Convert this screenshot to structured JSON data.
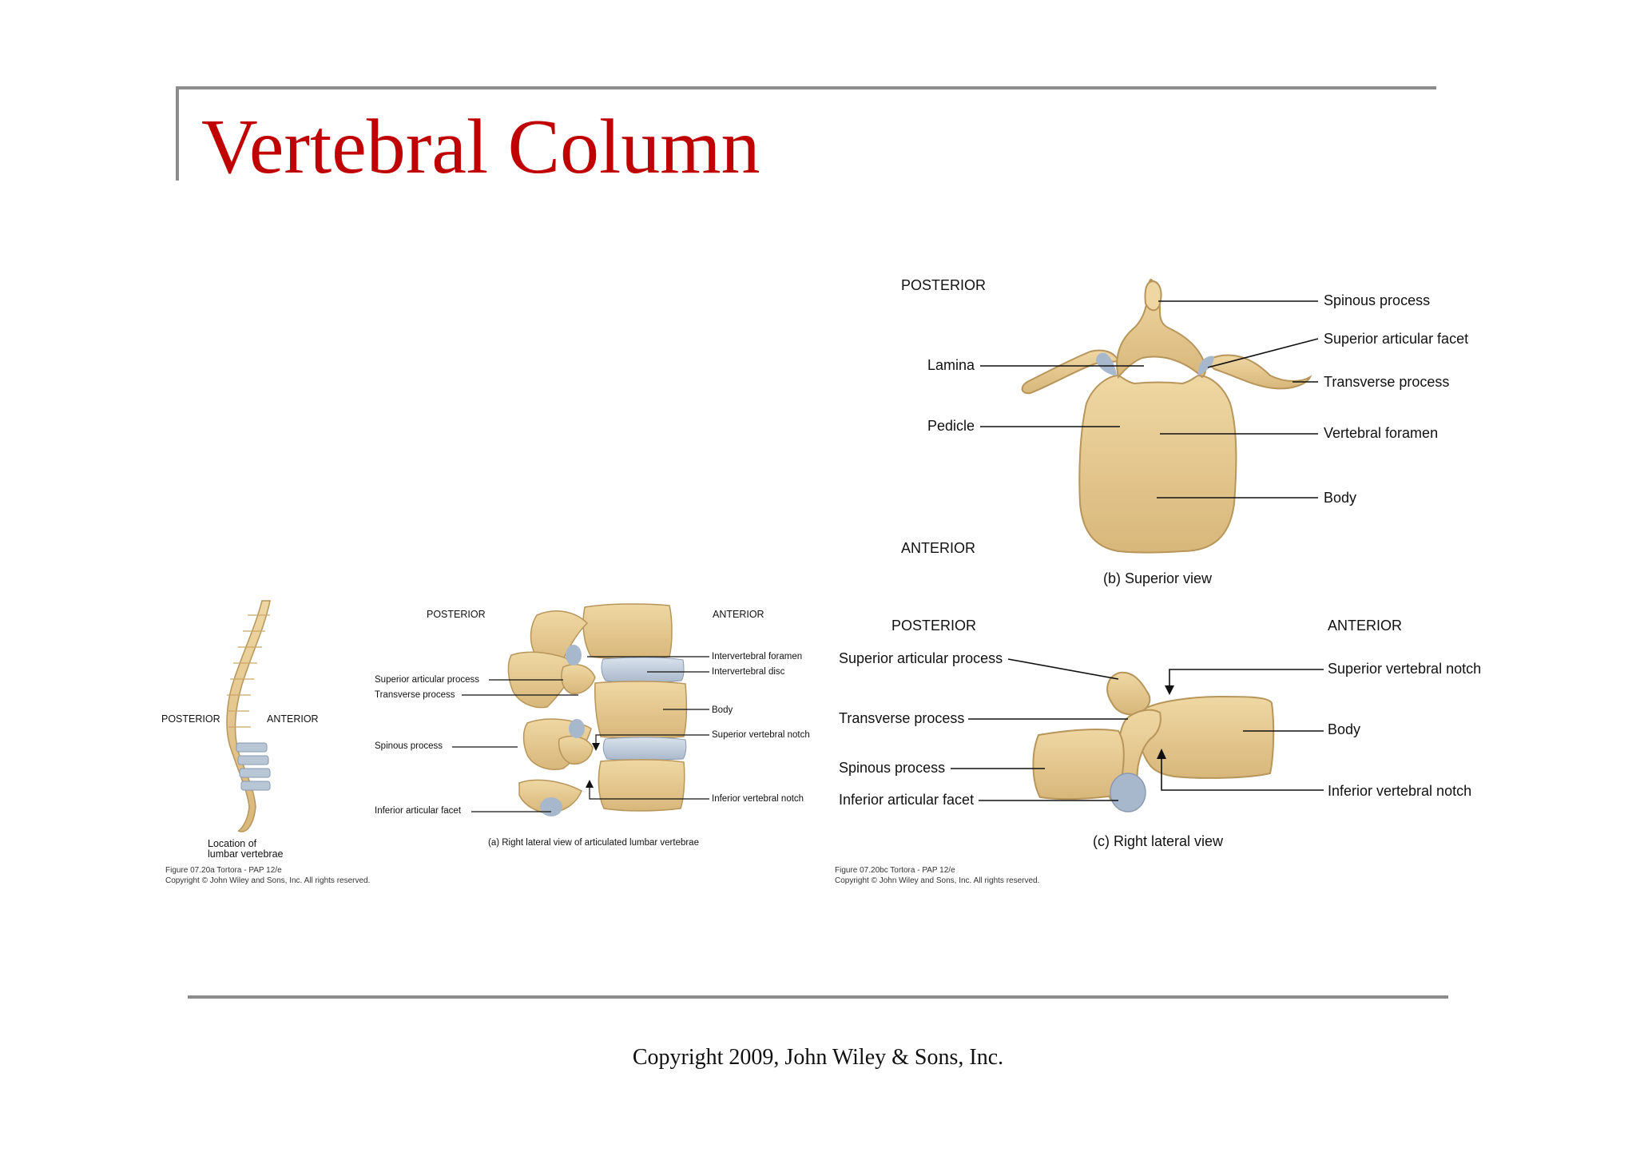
{
  "slide": {
    "title": "Vertebral Column",
    "footer": "Copyright 2009, John Wiley & Sons, Inc."
  },
  "superior_view": {
    "posterior": "POSTERIOR",
    "anterior": "ANTERIOR",
    "caption": "(b) Superior view",
    "labels": {
      "lamina": "Lamina",
      "pedicle": "Pedicle",
      "spinous_process": "Spinous process",
      "superior_articular_facet": "Superior articular facet",
      "transverse_process": "Transverse process",
      "vertebral_foramen": "Vertebral foramen",
      "body": "Body"
    }
  },
  "lateral_view": {
    "posterior": "POSTERIOR",
    "anterior": "ANTERIOR",
    "caption": "(c) Right lateral view",
    "labels": {
      "superior_articular_process": "Superior articular process",
      "transverse_process": "Transverse process",
      "spinous_process": "Spinous process",
      "inferior_articular_facet": "Inferior articular facet",
      "superior_vertebral_notch": "Superior vertebral notch",
      "body": "Body",
      "inferior_vertebral_notch": "Inferior vertebral notch"
    },
    "figure_ref": "Figure 07.20bc  Tortora - PAP 12/e",
    "copyright": "Copyright © John Wiley and Sons, Inc. All rights reserved."
  },
  "spine_figure": {
    "posterior": "POSTERIOR",
    "anterior": "ANTERIOR",
    "caption_line1": "Location of",
    "caption_line2": "lumbar vertebrae",
    "figure_ref": "Figure 07.20a  Tortora - PAP 12/e",
    "copyright": "Copyright © John Wiley and Sons, Inc. All rights reserved."
  },
  "articulated_view": {
    "posterior": "POSTERIOR",
    "anterior": "ANTERIOR",
    "caption": "(a) Right lateral view of articulated lumbar vertebrae",
    "labels": {
      "superior_articular_process": "Superior articular process",
      "transverse_process": "Transverse process",
      "spinous_process": "Spinous process",
      "inferior_articular_facet": "Inferior articular facet",
      "intervertebral_foramen": "Intervertebral foramen",
      "intervertebral_disc": "Intervertebral disc",
      "body": "Body",
      "superior_vertebral_notch": "Superior vertebral notch",
      "inferior_vertebral_notch": "Inferior vertebral notch"
    }
  },
  "colors": {
    "title": "#c00000",
    "bone": "#e6c98f",
    "bone_shadow": "#c9a76a",
    "cartilage": "#b9c6d6",
    "rule": "#8c8c8c"
  }
}
